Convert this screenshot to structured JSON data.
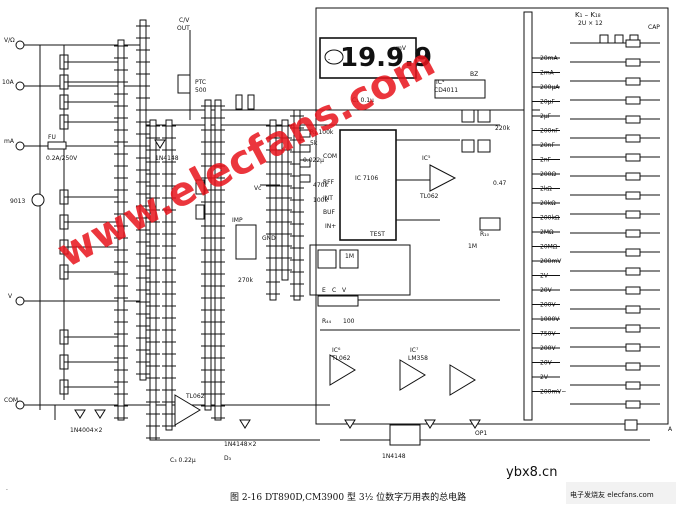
{
  "display": {
    "reading": "19.9.9"
  },
  "main_ic": {
    "label": "IC 7106",
    "test_pin": "TEST"
  },
  "watermark": {
    "text": "www.elecfans.com"
  },
  "caption": {
    "text": "图 2-16  DT890D,CM3900 型 3½ 位数字万用表的总电路"
  },
  "site": {
    "label": "ybx8.cn"
  },
  "range_labels": [
    "20mA",
    "2mA",
    "200μA",
    "20μF",
    "2μF",
    "200nF",
    "20nF",
    "2nF",
    "200Ω",
    "2kΩ",
    "20kΩ",
    "200kΩ",
    "2MΩ",
    "20MΩ",
    "200mV",
    "2V",
    "20V",
    "200V",
    "1000V",
    "750V",
    "200V~",
    "20V~",
    "2V~",
    "200mV~"
  ],
  "colors": {
    "ink": "#111111",
    "watermark": "#e8141c"
  }
}
